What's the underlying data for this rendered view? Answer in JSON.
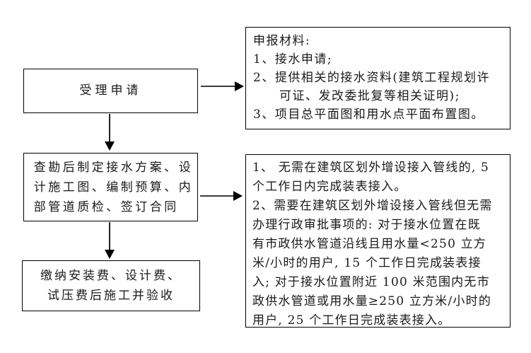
{
  "flow": {
    "steps": {
      "accept": {
        "label": "受理申请"
      },
      "survey": {
        "label": "查勘后制定接水方案、设\n计施工图、编制预算、内\n部管道质检、签订合同"
      },
      "payment": {
        "label": "缴纳安装费、设计费、\n试压费后施工并验收"
      }
    },
    "notes": {
      "materials": {
        "label": "申报材料:\n1、接水申请;\n2、提供相关的接水资料(建筑工程规划许\n　　可证、发改委批复等相关证明);\n3、项目总平面图和用水点平面布置图。"
      },
      "timeline": {
        "label": "1、 无需在建筑区划外增设接入管线的, 5\n个工作日内完成装表接入。\n2、需要在建筑区划外增设接入管线但无需\n办理行政审批事项的: 对于接水位置在既\n有市政供水管道沿线且用水量<250 立方\n米/小时的用户, 15 个工作日完成装表接\n入; 对于接水位置附近 100 米范围内无市\n政供水管道或用水量≥250 立方米/小时的\n用户, 25 个工作日完成装表接入。"
      }
    },
    "colors": {
      "canvas": "#ffffff",
      "box_border": "#000000",
      "text": "#1a1a1a",
      "arrow_line": "#3c3c3c",
      "arrow_head": "#000000"
    }
  }
}
